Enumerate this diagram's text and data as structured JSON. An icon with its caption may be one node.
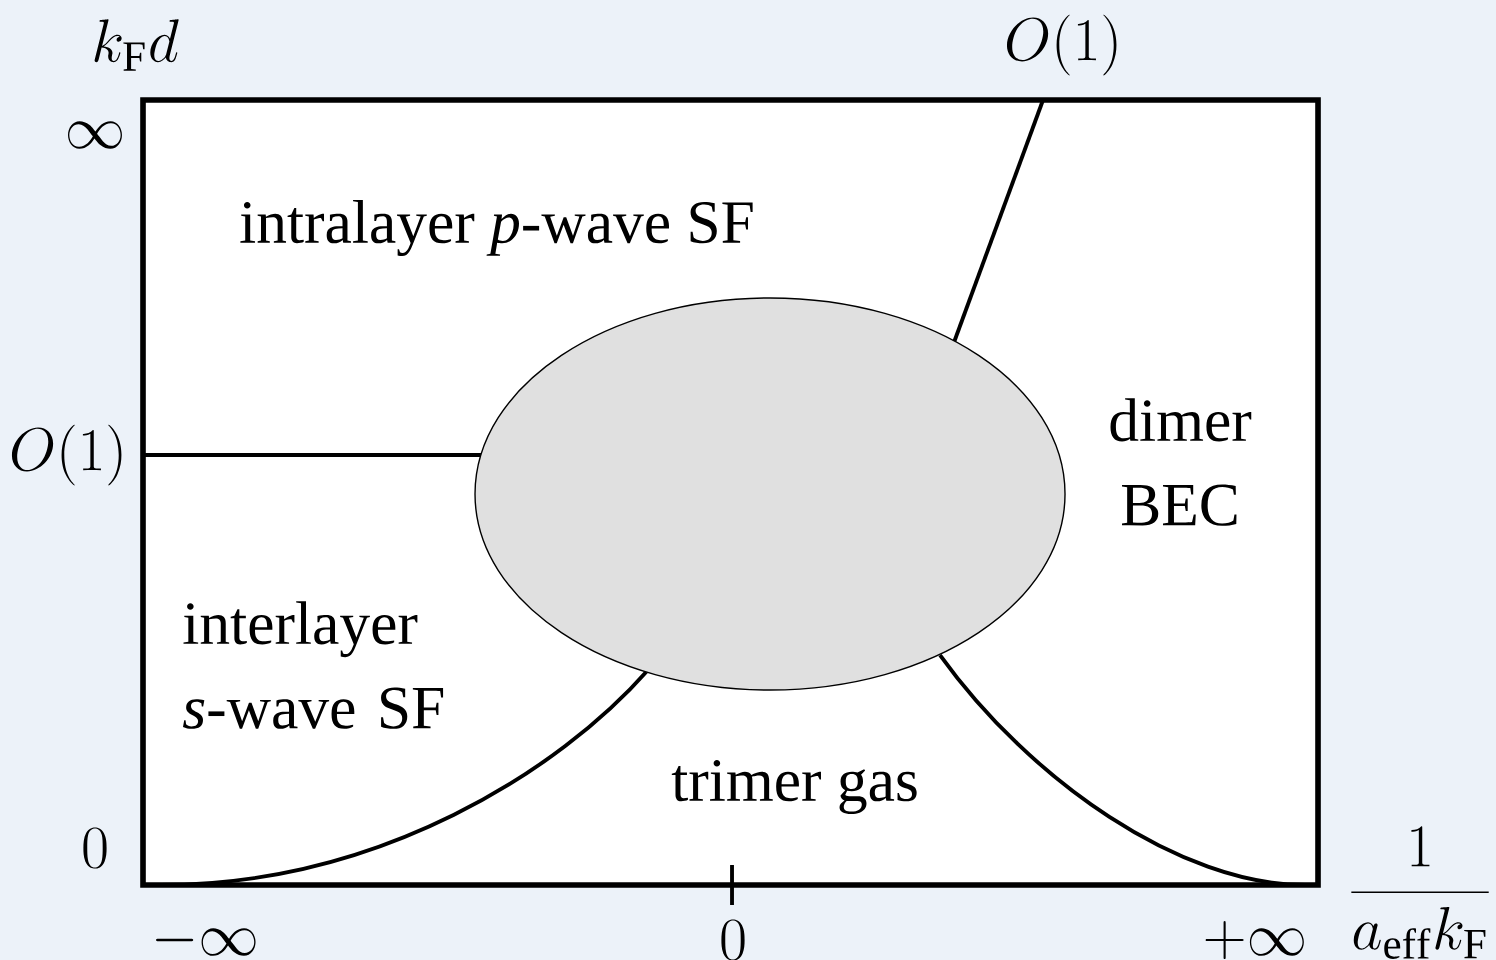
{
  "diagram": {
    "labels": [
      "k_{\\mathrm{F}}d",
      "O(1)",
      "\\infty",
      "intralayer *p*-wave SF",
      "O(1)",
      "dimer BEC",
      "interlayer *s*-wave SF",
      "trimer gas",
      "0",
      "\\frac{1}{a_{\\mathrm{eff}}k_{\\mathrm{F}}}",
      "-\\infty",
      "0",
      "+\\infty"
    ]
  }
}
